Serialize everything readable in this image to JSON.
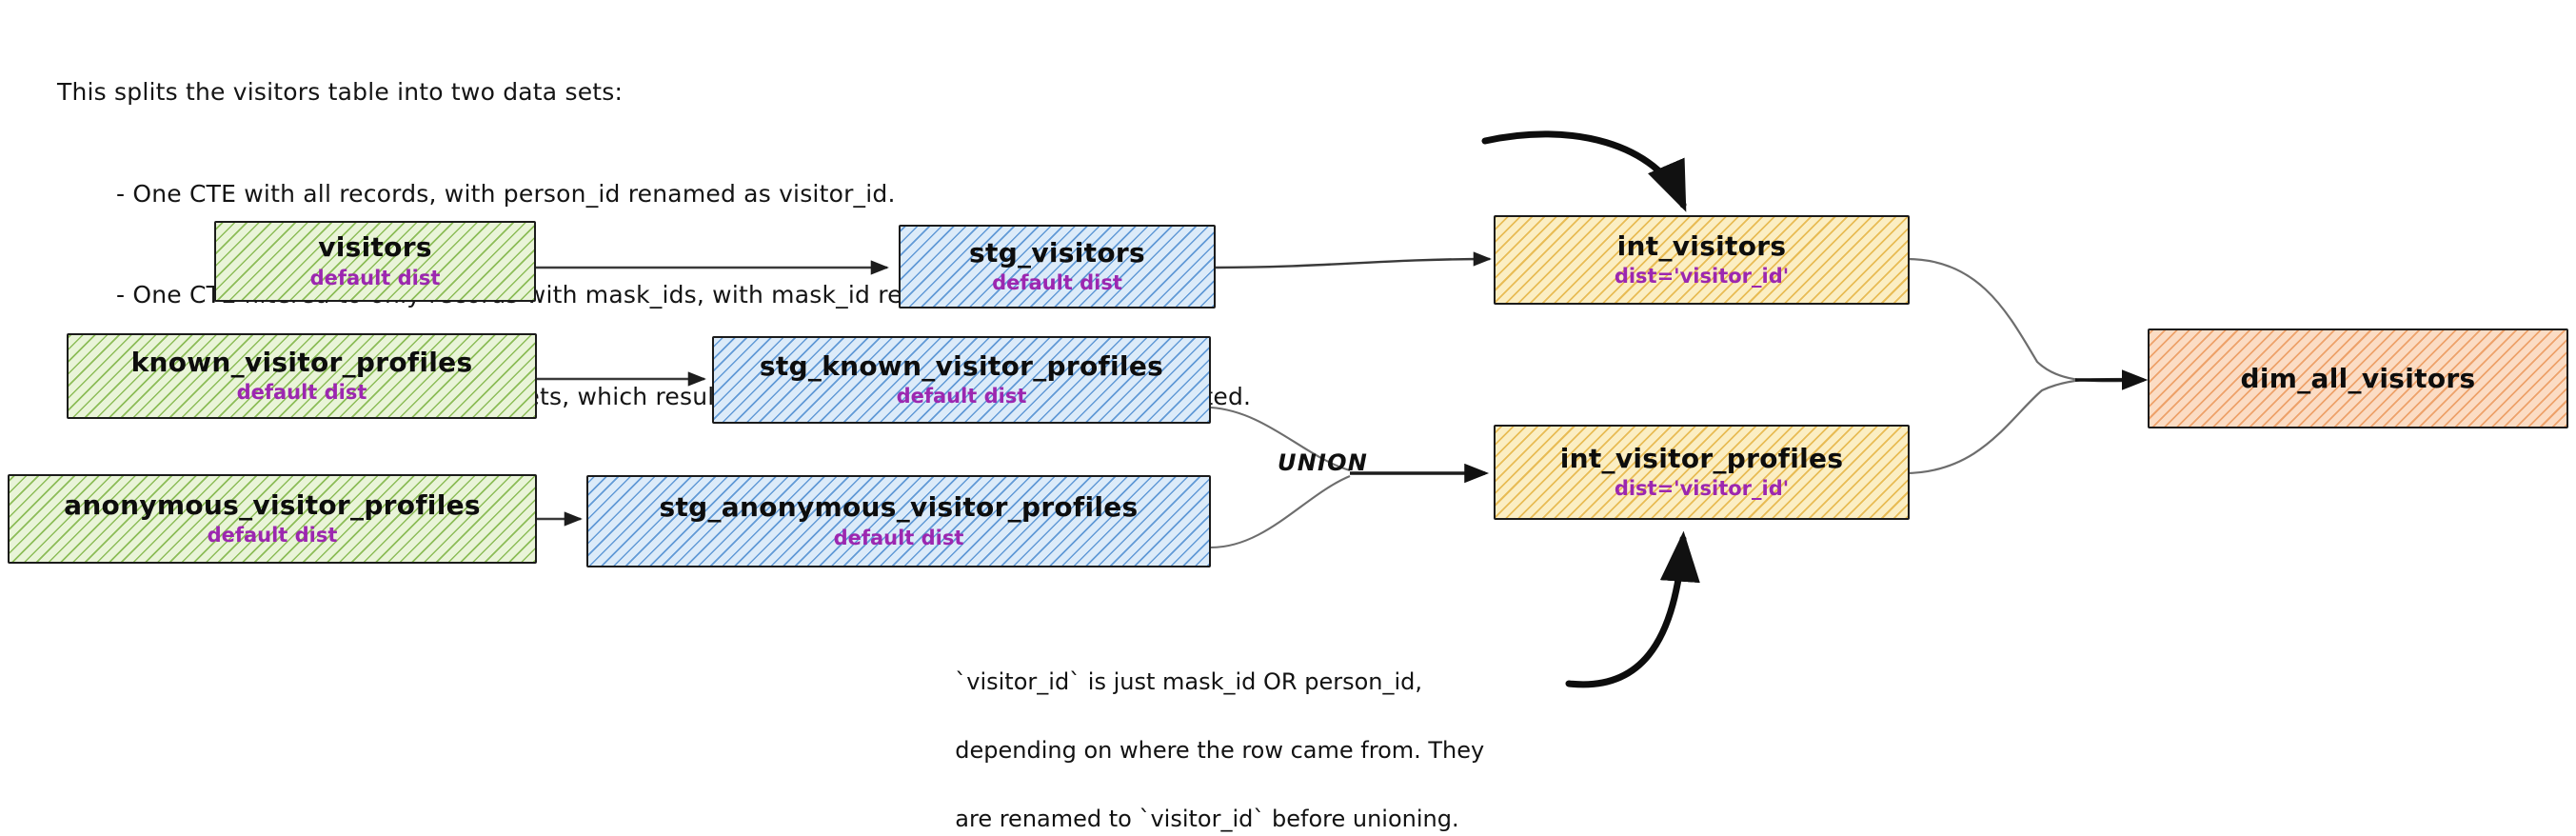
{
  "notes": {
    "lines": [
      "This splits the visitors table into two data sets:",
      "- One CTE with all records, with person_id renamed as visitor_id.",
      "- One CTE filtered to only records with mask_ids, with mask_id renamed as visitor_id",
      "- One CTE to union the two data sets, which results in a grain of one row per profile collected."
    ]
  },
  "nodes": {
    "visitors": {
      "title": "visitors",
      "subtitle": "default dist"
    },
    "known_visitor_profiles": {
      "title": "known_visitor_profiles",
      "subtitle": "default dist"
    },
    "anonymous_visitor_profiles": {
      "title": "anonymous_visitor_profiles",
      "subtitle": "default dist"
    },
    "stg_visitors": {
      "title": "stg_visitors",
      "subtitle": "default dist"
    },
    "stg_known_visitor_profiles": {
      "title": "stg_known_visitor_profiles",
      "subtitle": "default dist"
    },
    "stg_anonymous_visitor_profiles": {
      "title": "stg_anonymous_visitor_profiles",
      "subtitle": "default dist"
    },
    "int_visitors": {
      "title": "int_visitors",
      "subtitle": "dist='visitor_id'"
    },
    "int_visitor_profiles": {
      "title": "int_visitor_profiles",
      "subtitle": "dist='visitor_id'"
    },
    "dim_all_visitors": {
      "title": "dim_all_visitors",
      "subtitle": ""
    }
  },
  "edge_labels": {
    "union": "UNION"
  },
  "callout": {
    "lines": [
      "`visitor_id` is just mask_id OR person_id,",
      "depending on where the row came from. They",
      "are renamed to `visitor_id` before unioning."
    ]
  },
  "colors": {
    "source_fill": "#e9f4d8",
    "source_stroke": "#7cb342",
    "staging_fill": "#dcebf9",
    "staging_stroke": "#4285cd",
    "intermediate_fill": "#fbeec3",
    "intermediate_stroke": "#e2ab30",
    "mart_fill": "#fbdcc4",
    "mart_stroke": "#e88b48",
    "subtitle_text": "#9c27b0",
    "node_border": "#1b1b1b",
    "edge": "#2b2b2b",
    "background": "#ffffff"
  }
}
